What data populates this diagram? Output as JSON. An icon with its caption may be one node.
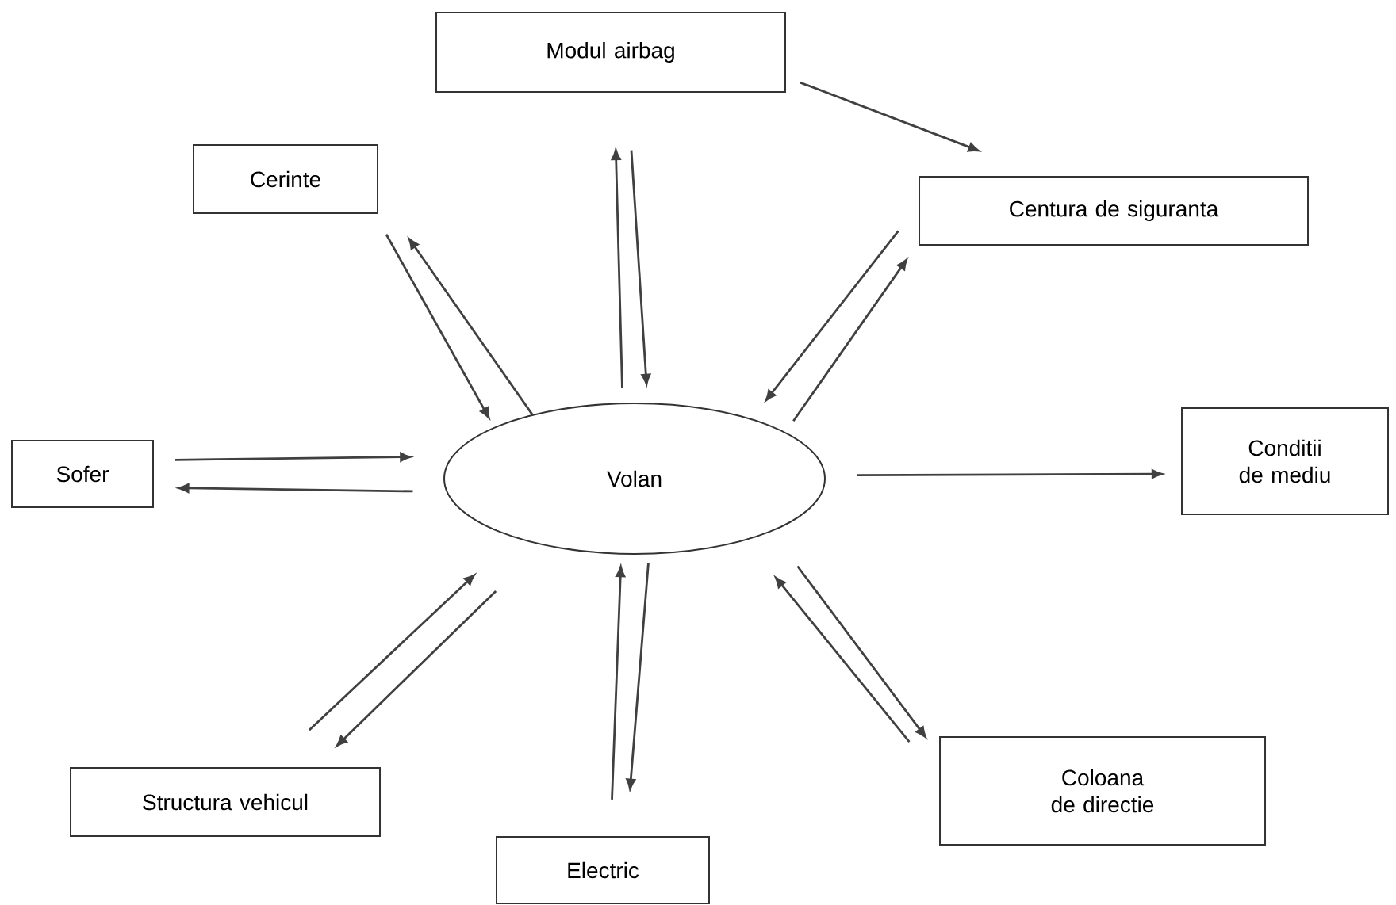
{
  "diagram": {
    "nodes": [
      {
        "text": [
          "Modul airbag"
        ]
      },
      {
        "text": [
          "Cerinte"
        ]
      },
      {
        "text": [
          "Centura de siguranta"
        ]
      },
      {
        "text": [
          "Sofer"
        ]
      },
      {
        "text": [
          "Volan"
        ]
      },
      {
        "text": [
          "Conditii de mediu"
        ]
      },
      {
        "text": [
          "Structura vehicul"
        ]
      },
      {
        "text": [
          "Coloana de directie"
        ]
      },
      {
        "text": [
          "Electric"
        ]
      }
    ],
    "edges": [
      {
        "from": 0,
        "to": 2,
        "arrow": "to"
      },
      {
        "from": 1,
        "to": 4,
        "arrow": "to"
      },
      {
        "from": 4,
        "to": 1,
        "arrow": "to"
      },
      {
        "from": 4,
        "to": 0,
        "arrow": "to"
      },
      {
        "from": 0,
        "to": 4,
        "arrow": "to"
      },
      {
        "from": 2,
        "to": 4,
        "arrow": "to"
      },
      {
        "from": 4,
        "to": 2,
        "arrow": "to"
      },
      {
        "from": 3,
        "to": 4,
        "arrow": "to"
      },
      {
        "from": 4,
        "to": 3,
        "arrow": "to"
      },
      {
        "from": 4,
        "to": 5,
        "arrow": "to"
      },
      {
        "from": 6,
        "to": 4,
        "arrow": "to"
      },
      {
        "from": 4,
        "to": 6,
        "arrow": "to"
      },
      {
        "from": 8,
        "to": 4,
        "arrow": "to"
      },
      {
        "from": 4,
        "to": 8,
        "arrow": "to"
      },
      {
        "from": 7,
        "to": 4,
        "arrow": "to"
      },
      {
        "from": 4,
        "to": 7,
        "arrow": "to"
      }
    ]
  }
}
